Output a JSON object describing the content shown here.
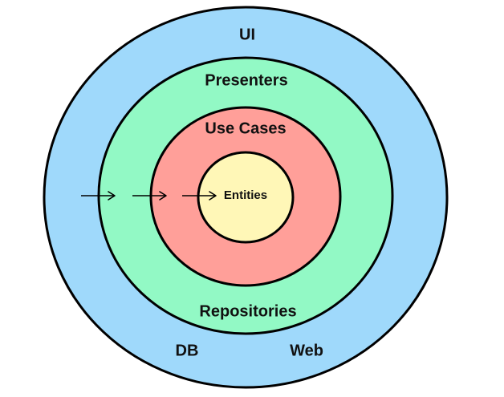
{
  "layers": {
    "ui": {
      "label": "UI",
      "color": "#9fd9fb"
    },
    "presenters": {
      "label": "Presenters",
      "color": "#92f9c5"
    },
    "use_cases": {
      "label": "Use Cases",
      "color": "#ff9f99"
    },
    "entities": {
      "label": "Entities",
      "color": "#fff7b7"
    }
  },
  "infrastructure": {
    "repositories": "Repositories",
    "db": "DB",
    "web": "Web"
  },
  "arrows": {
    "count": 3,
    "direction": "inward"
  }
}
